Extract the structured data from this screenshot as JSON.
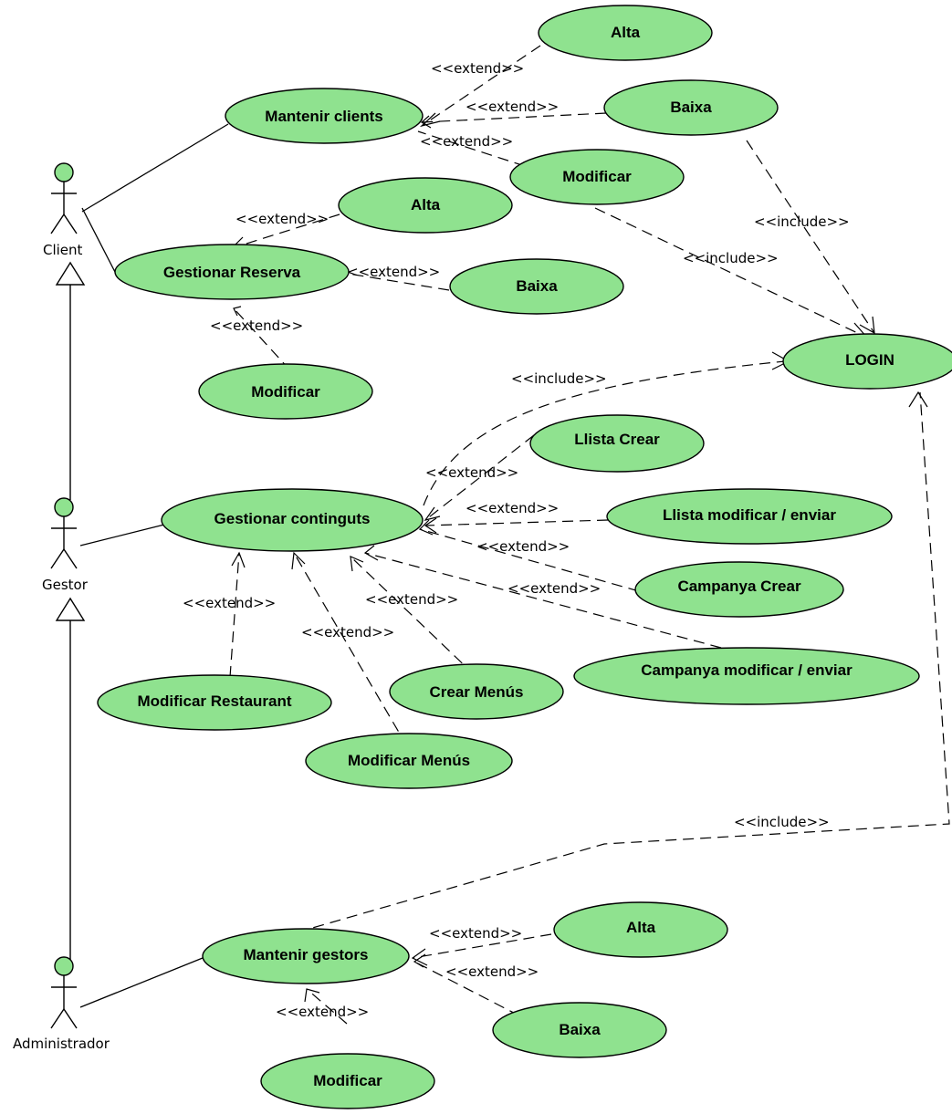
{
  "actors": {
    "client": "Client",
    "gestor": "Gestor",
    "administrador": "Administrador"
  },
  "use_cases": {
    "mantenir_clients": "Mantenir clients",
    "clients_alta": "Alta",
    "clients_baixa": "Baixa",
    "clients_modificar": "Modificar",
    "gestionar_reserva": "Gestionar Reserva",
    "reserva_alta": "Alta",
    "reserva_baixa": "Baixa",
    "reserva_modificar": "Modificar",
    "login": "LOGIN",
    "gestionar_continguts": "Gestionar continguts",
    "llista_crear": "Llista Crear",
    "llista_modificar": "Llista modificar / enviar",
    "campanya_crear": "Campanya Crear",
    "campanya_modificar": "Campanya modificar / enviar",
    "modificar_restaurant": "Modificar Restaurant",
    "crear_menus": "Crear Menús",
    "modificar_menus": "Modificar Menús",
    "mantenir_gestors": "Mantenir gestors",
    "gestors_alta": "Alta",
    "gestors_baixa": "Baixa",
    "gestors_modificar": "Modificar"
  },
  "stereotypes": {
    "extend": "<<extend>>",
    "include": "<<include>>"
  },
  "colors": {
    "use_case_fill": "#8fe28f",
    "stroke": "#000000",
    "background": "#ffffff"
  }
}
